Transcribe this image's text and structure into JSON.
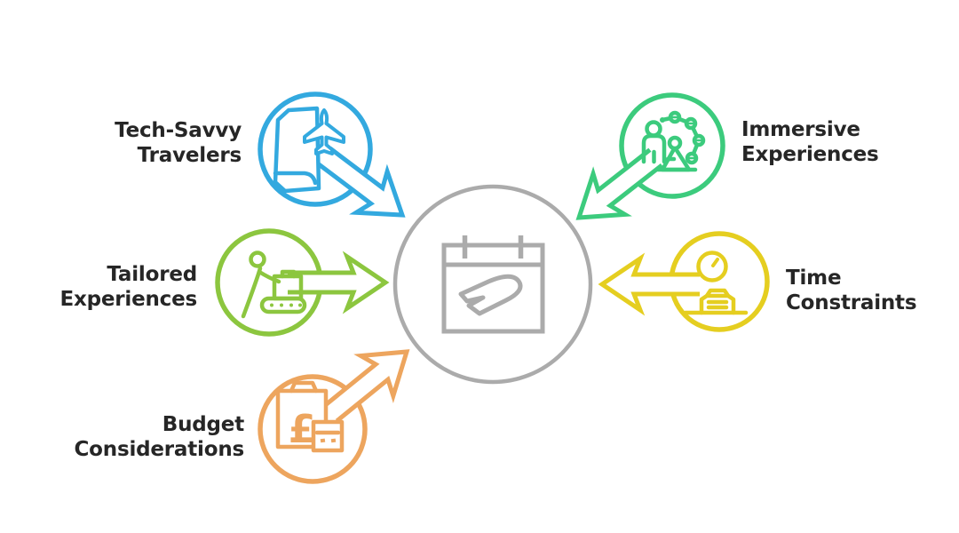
{
  "canvas": {
    "background": "#ffffff",
    "text_color": "#262626"
  },
  "hub": {
    "icon": "calendar-departing-flight",
    "color": "#ababab"
  },
  "nodes": [
    {
      "id": "tech-savvy-travelers",
      "lines": [
        "Tech-Savvy",
        "Travelers"
      ],
      "color": "#33a9df",
      "icon": "smartphone-airplane",
      "position": "top-left"
    },
    {
      "id": "tailored-experiences",
      "lines": [
        "Tailored",
        "Experiences"
      ],
      "color": "#8cc63f",
      "icon": "traveler-luggage-conveyor",
      "position": "middle-left"
    },
    {
      "id": "budget-considerations",
      "lines": [
        "Budget",
        "Considerations"
      ],
      "color": "#eda55e",
      "icon": "pound-shopping-bag-calculator",
      "position": "bottom-left"
    },
    {
      "id": "immersive-experiences",
      "lines": [
        "Immersive",
        "Experiences"
      ],
      "color": "#3ccb7d",
      "icon": "people-vr-network",
      "position": "top-right"
    },
    {
      "id": "time-constraints",
      "lines": [
        "Time",
        "Constraints"
      ],
      "color": "#e5ce20",
      "icon": "clock-suitcase",
      "position": "middle-right"
    }
  ]
}
